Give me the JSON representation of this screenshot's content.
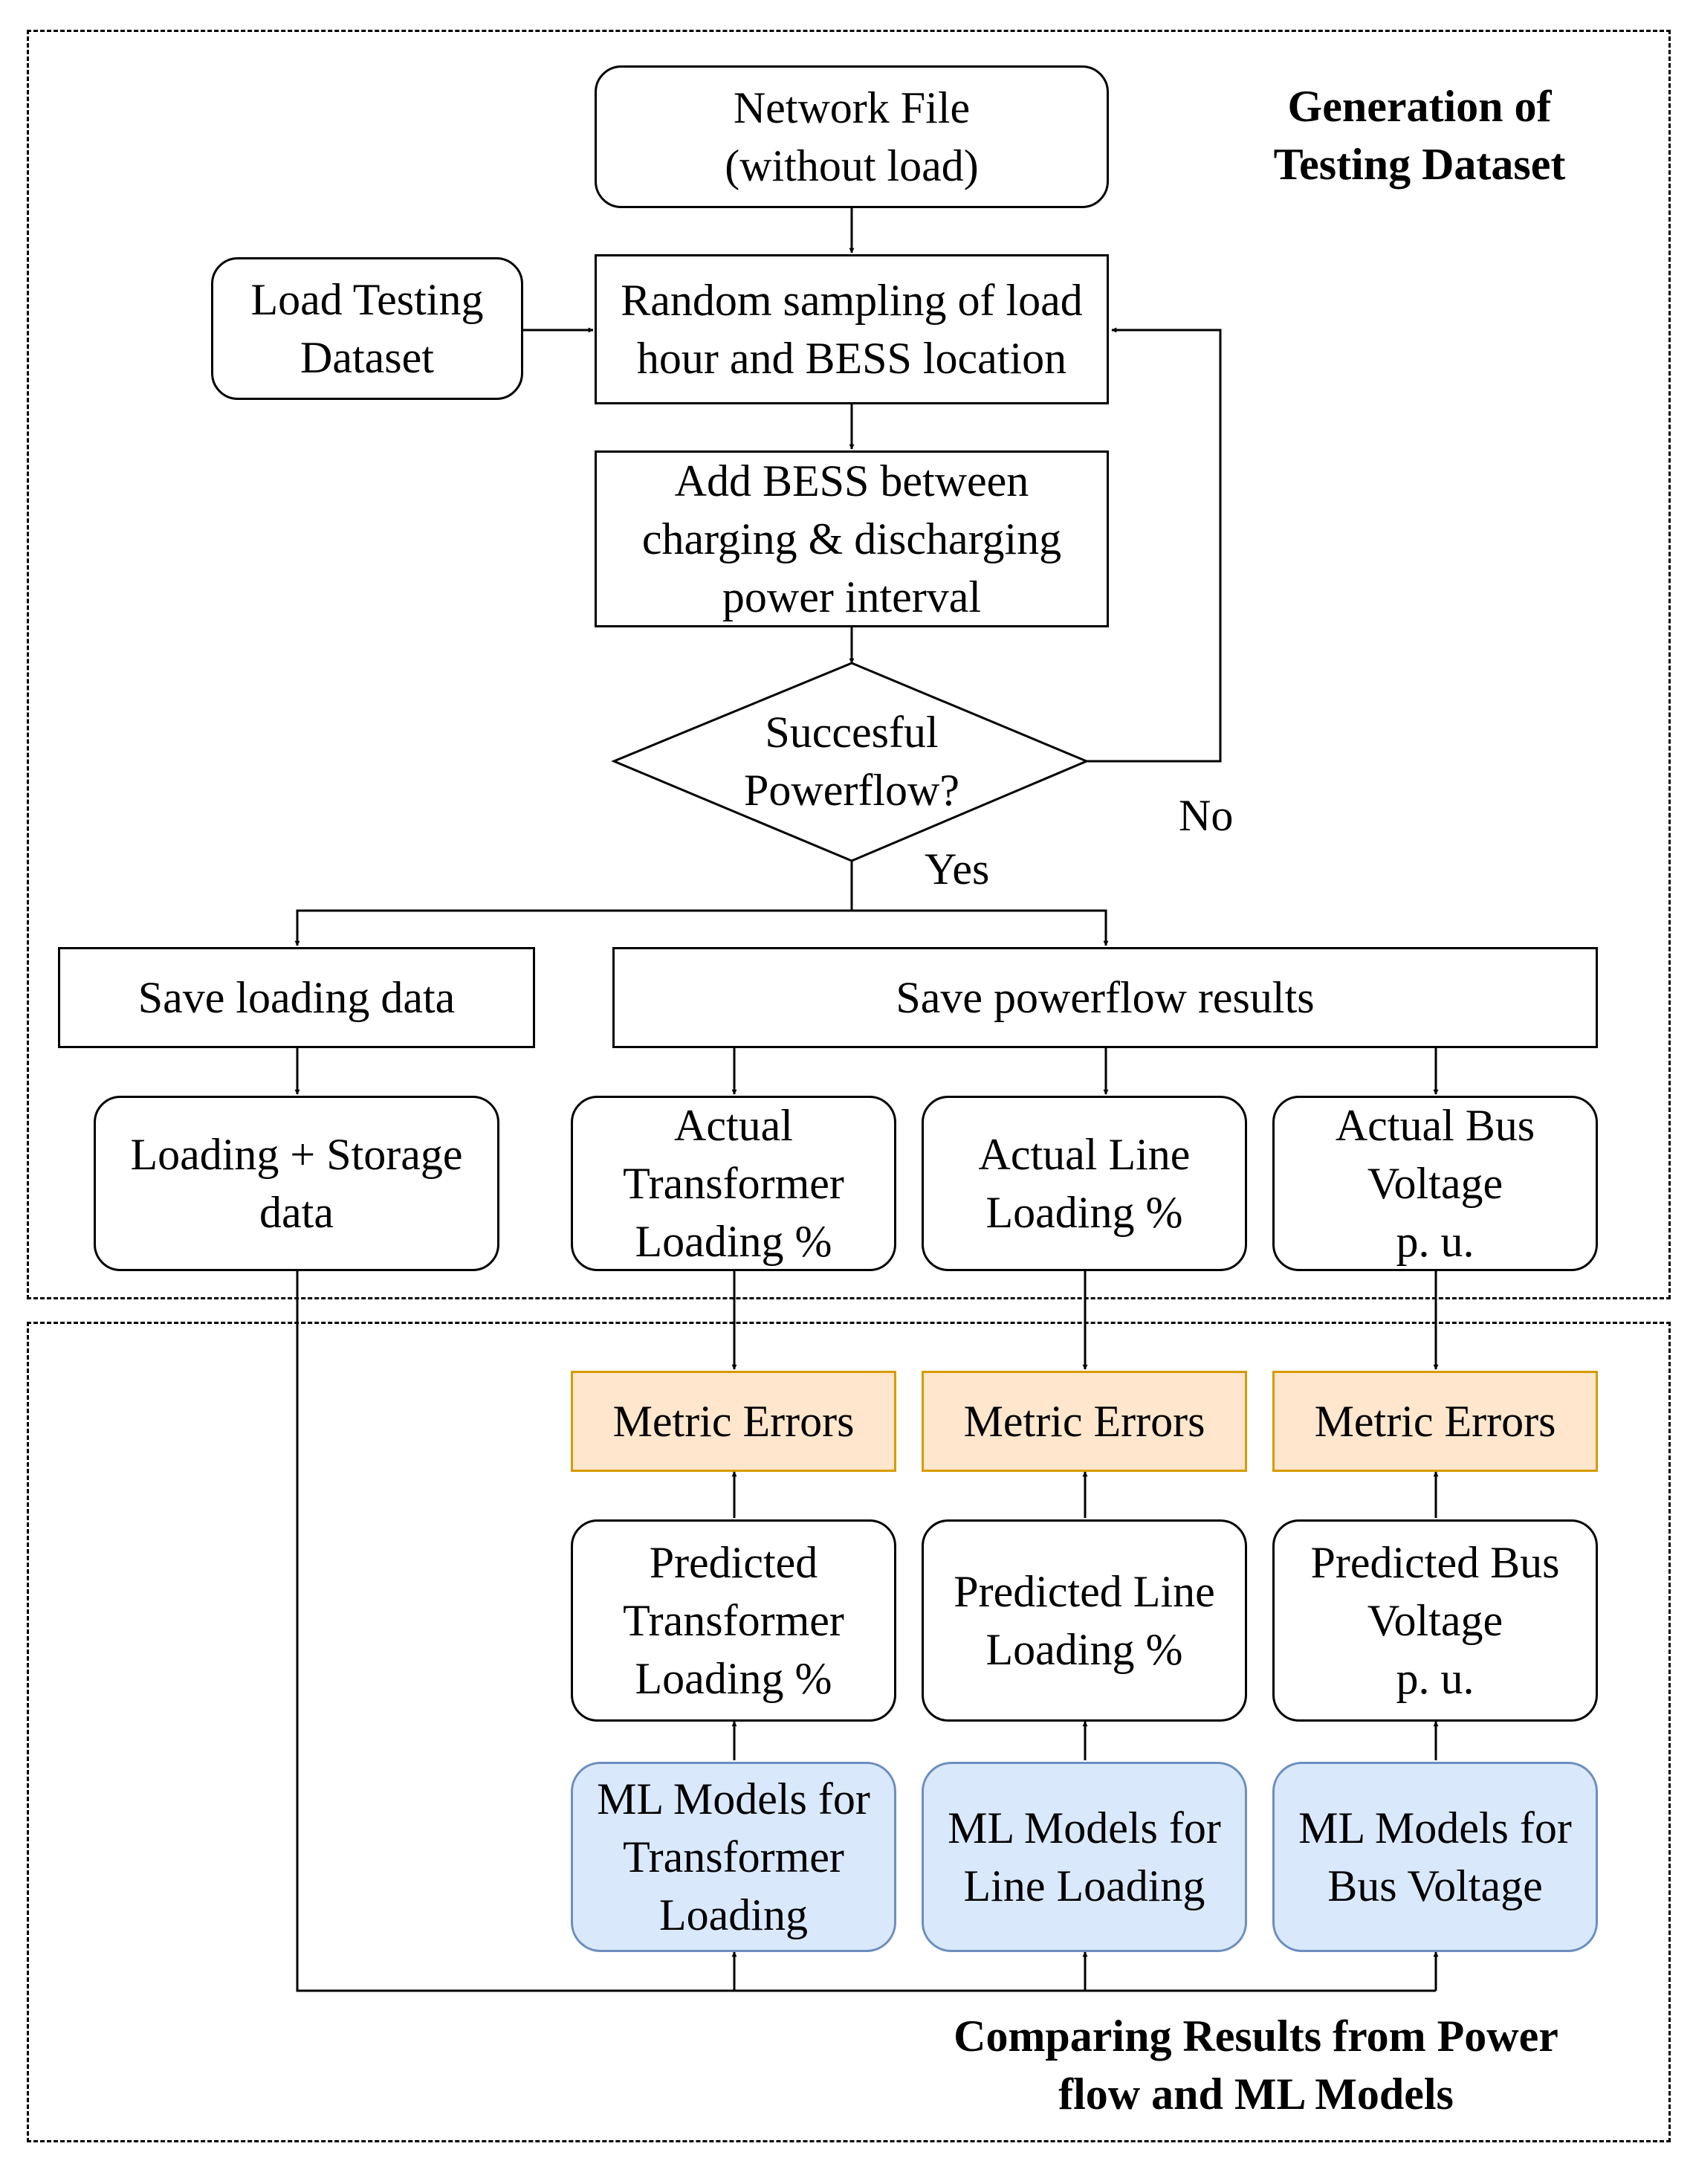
{
  "sections": {
    "generation_title": "Generation of\nTesting Dataset",
    "comparison_title": "Comparing Results from Power\nflow and ML Models"
  },
  "nodes": {
    "network_file": "Network File\n(without load)",
    "load_testing_dataset": "Load Testing\nDataset",
    "random_sampling": "Random sampling of load\nhour and BESS location",
    "add_bess": "Add BESS between\ncharging & discharging\npower interval",
    "decision": "Succesful\nPowerflow?",
    "save_loading": "Save loading data",
    "save_powerflow": "Save powerflow results",
    "loading_storage": "Loading + Storage\ndata",
    "actual_transformer": "Actual\nTransformer\nLoading %",
    "actual_line": "Actual Line\nLoading %",
    "actual_bus": "Actual Bus\nVoltage\np. u.",
    "metric_1": "Metric Errors",
    "metric_2": "Metric Errors",
    "metric_3": "Metric Errors",
    "predicted_transformer": "Predicted\nTransformer\nLoading %",
    "predicted_line": "Predicted Line\nLoading %",
    "predicted_bus": "Predicted Bus\nVoltage\np. u.",
    "ml_transformer": "ML Models for\nTransformer\nLoading",
    "ml_line": "ML Models for\nLine Loading",
    "ml_bus": "ML Models for\nBus Voltage"
  },
  "edge_labels": {
    "no": "No",
    "yes": "Yes"
  },
  "colors": {
    "metric_fill": "#ffe6cc",
    "metric_border": "#d79b00",
    "ml_fill": "#dae8fc",
    "ml_border": "#6c8ebf"
  }
}
